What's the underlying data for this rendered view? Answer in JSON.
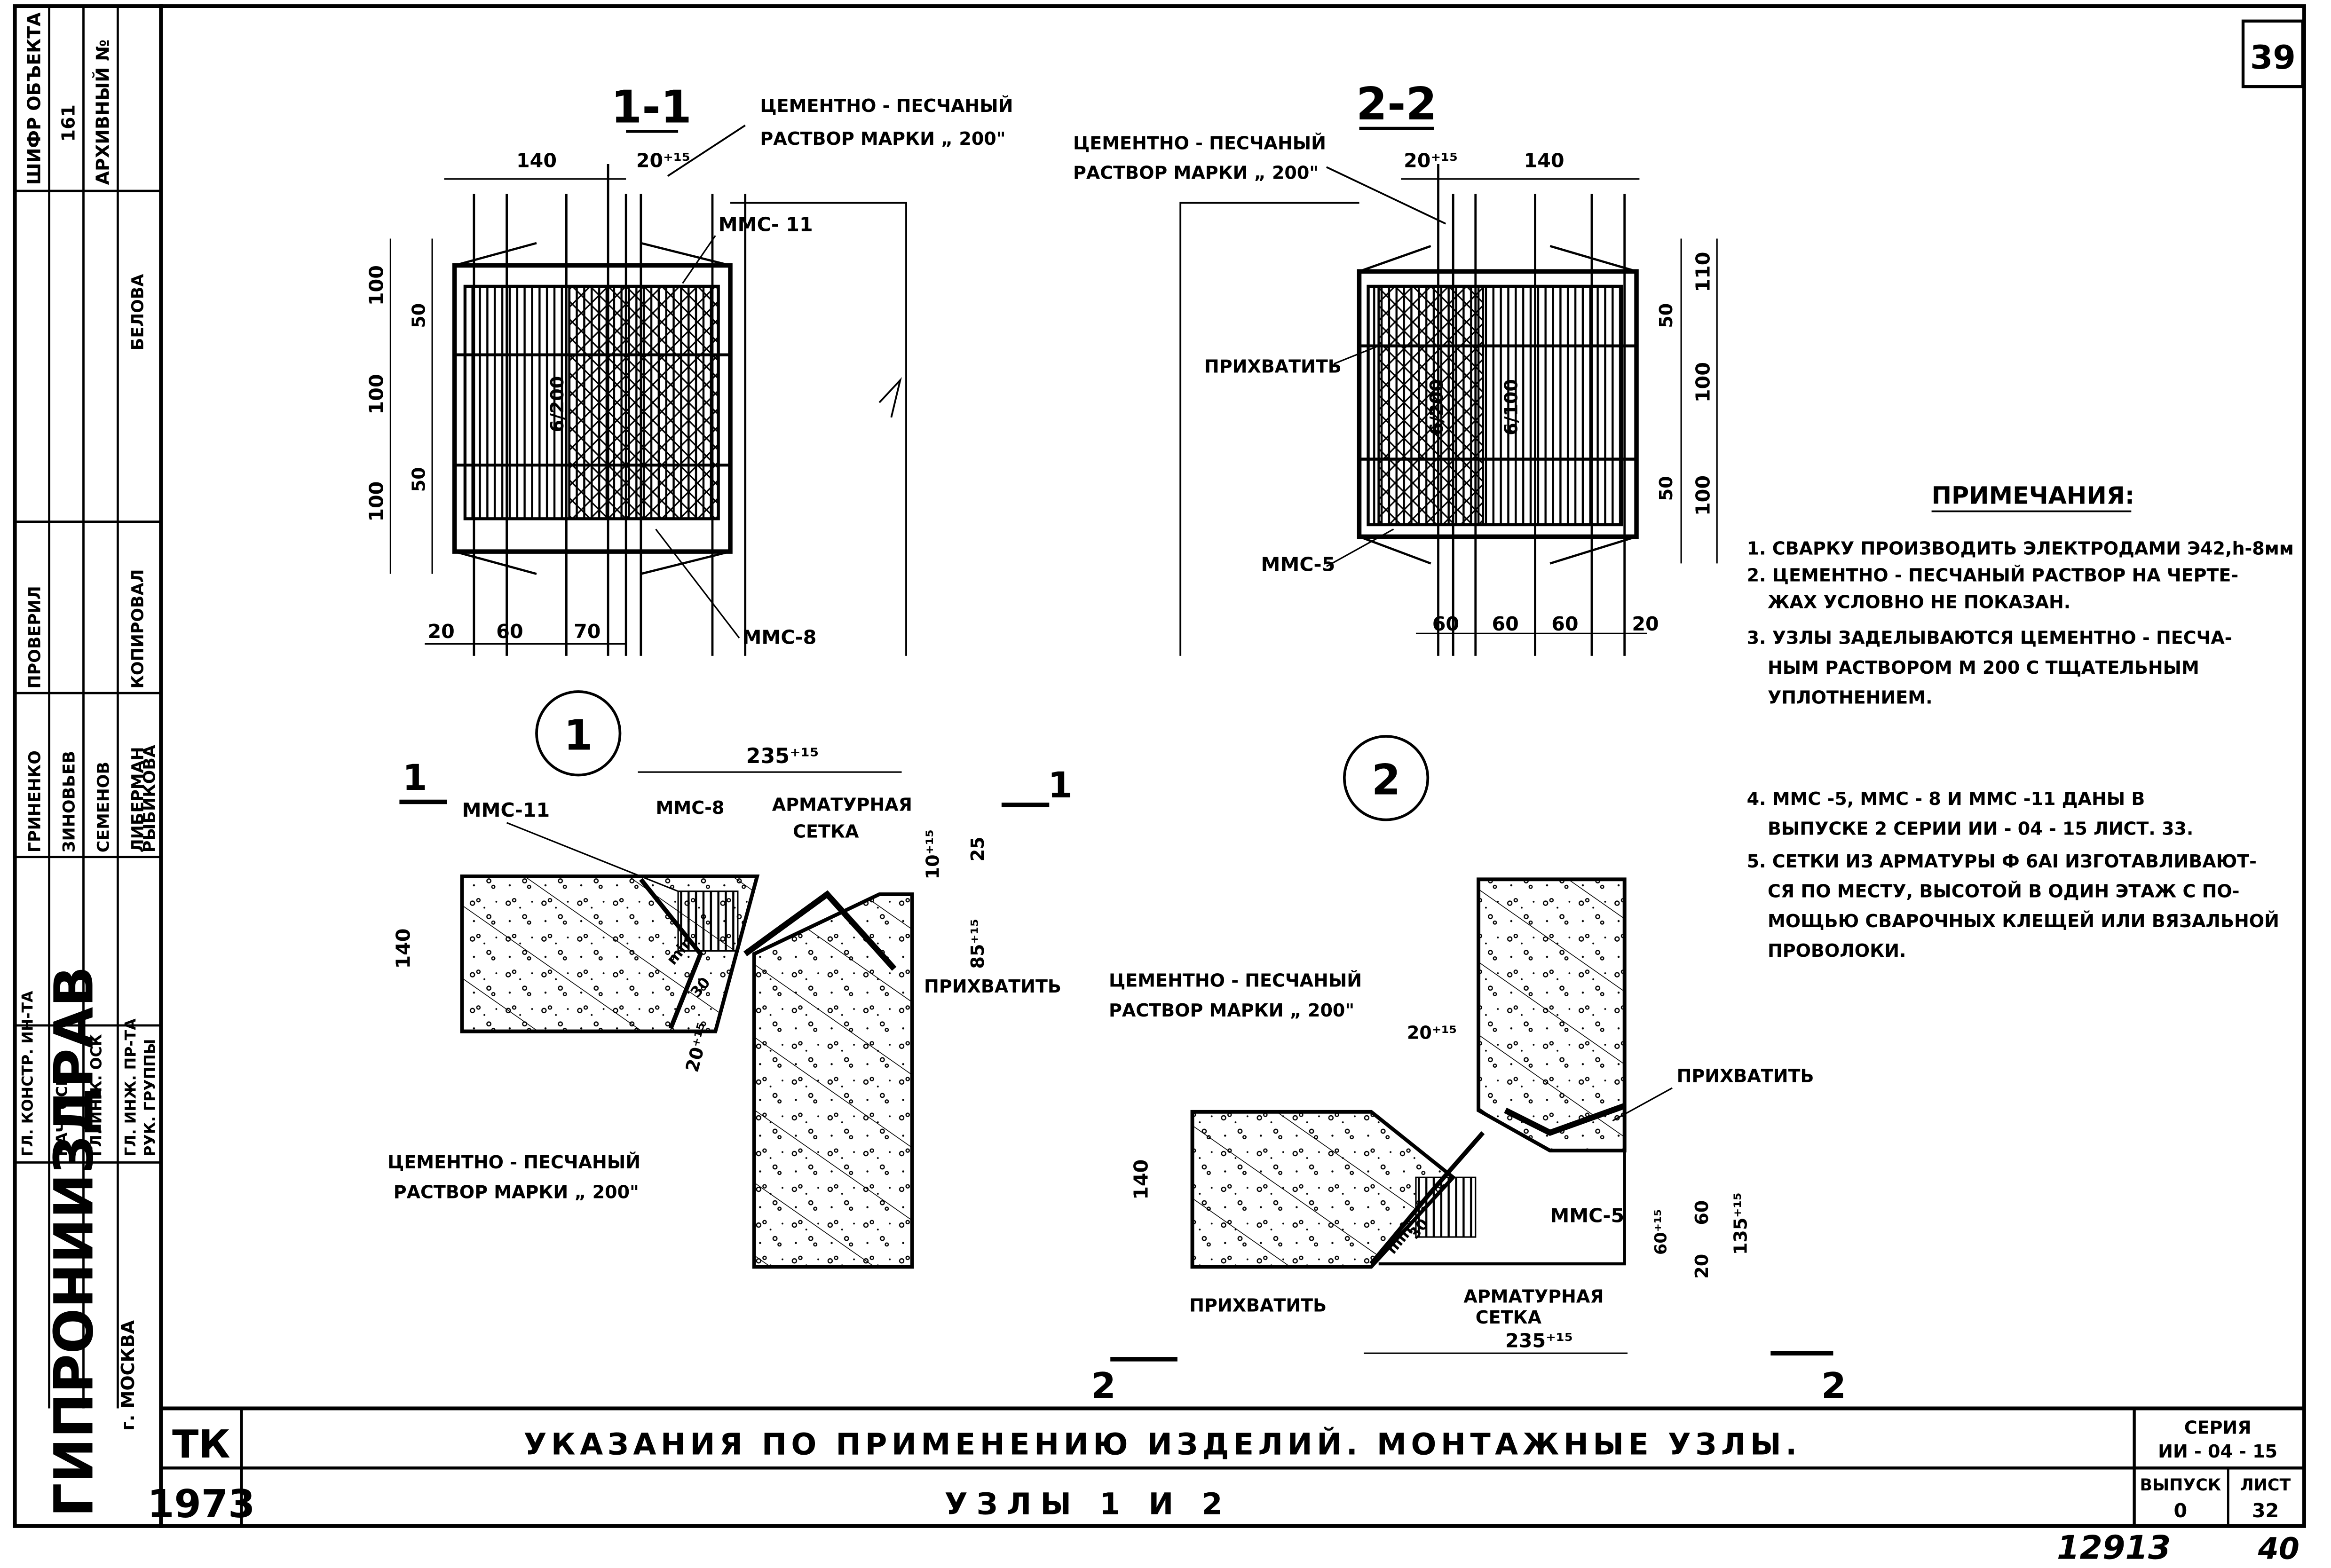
{
  "sheet_number": "39",
  "stamp_number": "40",
  "archive_number": "12913",
  "section_1_1": {
    "title": "1-1",
    "label_mortar": [
      "ЦЕМЕНТНО - ПЕСЧАНЫЙ",
      "РАСТВОР МАРКИ „ 200\""
    ],
    "dim_140": "140",
    "dim_20_15": "20⁺¹⁵",
    "dim_100_a": "100",
    "dim_100_b": "100",
    "dim_100_c": "100",
    "dim_50_a": "50",
    "dim_50_b": "50",
    "dim_20": "20",
    "dim_60": "60",
    "dim_70": "70",
    "mmc_11": "ММС- 11",
    "mmc_8": "ММС-8",
    "mesh_label": "6/200"
  },
  "section_2_2": {
    "title": "2-2",
    "label_mortar": [
      "ЦЕМЕНТНО - ПЕСЧАНЫЙ",
      "РАСТВОР МАРКИ „ 200\""
    ],
    "dim_20_15": "20⁺¹⁵",
    "dim_140": "140",
    "dim_110": "110",
    "dim_50_a": "50",
    "dim_100_a": "100",
    "dim_50_b": "50",
    "dim_100_b": "100",
    "dim_60_a": "60",
    "dim_60_b": "60",
    "dim_60_c": "60",
    "dim_20": "20",
    "grab": "ПРИХВАТИТЬ",
    "mmc_5": "ММС-5",
    "mesh_label_a": "6/200",
    "mesh_label_b": "6/100"
  },
  "node_1": {
    "number": "1",
    "cut_left": "1",
    "cut_right": "1",
    "dim_235": "235⁺¹⁵",
    "dim_10": "10⁺¹⁵",
    "dim_25": "25",
    "dim_85": "85⁺¹⁵",
    "dim_140": "140",
    "dim_20": "20⁺¹⁵",
    "mmc_11": "ММС-11",
    "mmc_8": "ММС-8",
    "mesh": [
      "АРМАТУРНАЯ",
      "СЕТКА"
    ],
    "grab": "ПРИХВАТИТЬ",
    "mortar_right": [
      "ЦЕМЕНТНО - ПЕСЧАНЫЙ",
      "РАСТВОР МАРКИ „ 200\""
    ],
    "mortar_left": [
      "ЦЕМЕНТНО - ПЕСЧАНЫЙ",
      "РАСТВОР МАРКИ „ 200\""
    ],
    "min": "min",
    "min_val": "30"
  },
  "node_2": {
    "number": "2",
    "cut_left": "2",
    "cut_right": "2",
    "grab_top": "ПРИХВАТИТЬ",
    "grab_bottom": "ПРИХВАТИТЬ",
    "dim_20_15": "20⁺¹⁵",
    "dim_140": "140",
    "dim_60_15": "60⁺¹⁵",
    "dim_60": "60",
    "dim_135": "135⁺¹⁵",
    "dim_20": "20",
    "dim_235": "235⁺¹⁵",
    "mmc_5": "ММС-5",
    "mesh": [
      "АРМАТУРНАЯ",
      "СЕТКА"
    ],
    "min": "min",
    "min_val": "30"
  },
  "notes": {
    "title": "ПРИМЕЧАНИЯ:",
    "items": [
      "1. СВАРКУ ПРОИЗВОДИТЬ ЭЛЕКТРОДАМИ Э42,h-8мм",
      "2. ЦЕМЕНТНО - ПЕСЧАНЫЙ РАСТВОР НА ЧЕРТЕ-",
      "ЖАХ УСЛОВНО НЕ ПОКАЗАН.",
      "3. УЗЛЫ ЗАДЕЛЫВАЮТСЯ ЦЕМЕНТНО - ПЕСЧА-",
      "НЫМ РАСТВОРОМ М 200 С ТЩАТЕЛЬНЫМ",
      "УПЛОТНЕНИЕМ.",
      "4. ММС -5, ММС - 8 И ММС -11 ДАНЫ В",
      "ВЫПУСКЕ 2 СЕРИИ ИИ - 04 - 15 ЛИСТ. 33.",
      "5. СЕТКИ ИЗ АРМАТУРЫ Ф 6АI ИЗГОТАВЛИВАЮТ-",
      "СЯ ПО МЕСТУ, ВЫСОТОЙ В ОДИН ЭТАЖ С ПО-",
      "МОЩЬЮ СВАРОЧНЫХ КЛЕЩЕЙ ИЛИ ВЯЗАЛЬНОЙ",
      "ПРОВОЛОКИ."
    ]
  },
  "side_stamp": {
    "org": "ГИПРОНИИЗДРАВ",
    "city": "г. МОСКВА",
    "cell_code_title": "ШИФР ОБЪЕКТА",
    "cell_code_value": "161",
    "cell_archive_title": "АРХИВНЫЙ №",
    "roles": [
      "ГЛ. КОНСТР. ИН-ТА",
      "НАЧ. ОСК",
      "ГЛ. ИНЖ. ОСК",
      "ГЛ. ИНЖ. ПР-ТА",
      "РУК. ГРУППЫ"
    ],
    "names": [
      "ГРИНЕНКО",
      "ЗИНОВЬЕВ",
      "СЕМЕНОВ",
      "ЛИБЕРМАН",
      "РЫБИКОВА"
    ],
    "checked": "ПРОВЕРИЛ",
    "checked_name": "ЛИБЕРМАН",
    "copied": "КОПИРОВАЛ",
    "copied_name": "БЕЛОВА"
  },
  "title_block": {
    "tk": "ТК",
    "year": "1973",
    "title": "УКАЗАНИЯ ПО ПРИМЕНЕНИЮ ИЗДЕЛИЙ. МОНТАЖНЫЕ УЗЛЫ.",
    "subtitle": "УЗЛЫ 1 И 2",
    "series_label": "СЕРИЯ",
    "series_value": "ИИ - 04 - 15",
    "issue_label": "ВЫПУСК",
    "issue_value": "0",
    "sheet_label": "ЛИСТ",
    "sheet_value": "32"
  }
}
